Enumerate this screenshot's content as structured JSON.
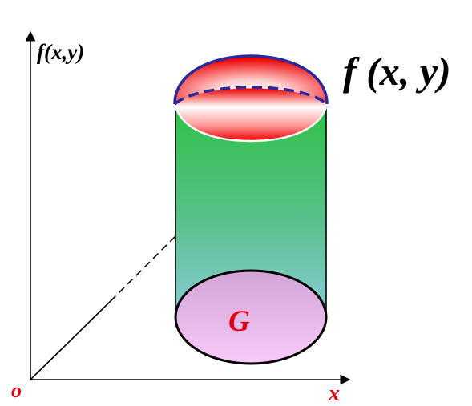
{
  "labels": {
    "axis_vertical": "f(x,y)",
    "surface": "f (x, y)",
    "region": "G",
    "origin": "o",
    "axis_x": "x"
  },
  "colors": {
    "axis": "#000000",
    "region_fill_top": "#d8a8d8",
    "region_fill_bottom": "#f6c8f6",
    "cylinder_top": "#33c24a",
    "cylinder_bottom": "#9fd0ff",
    "cap_red": "#ee0000",
    "cap_outline": "#2a2a9a",
    "label_red": "#e00010",
    "label_black": "#000000"
  }
}
